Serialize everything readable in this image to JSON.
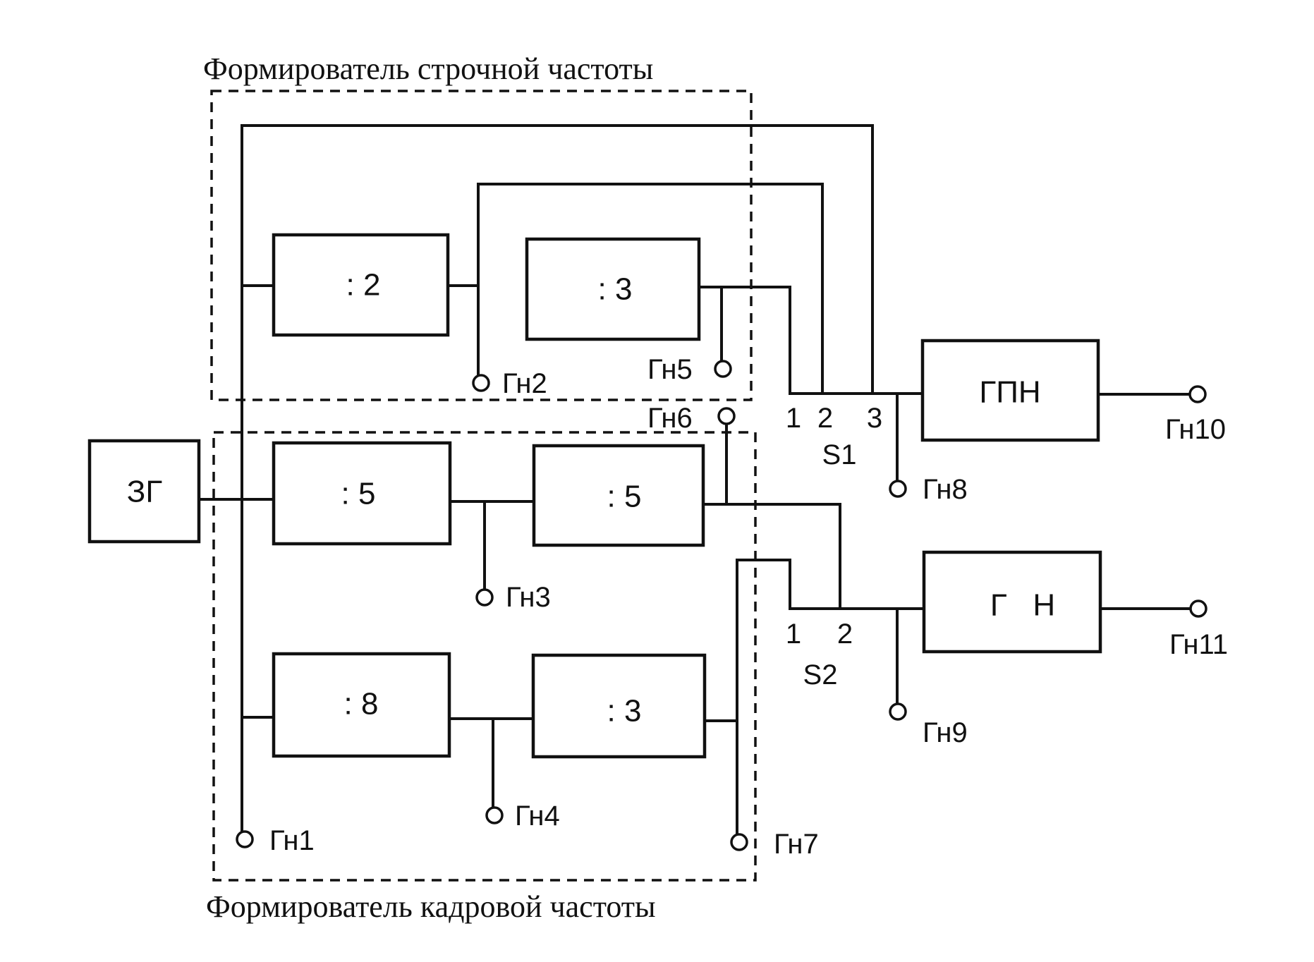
{
  "titles": {
    "line_former": "Формирователь строчной частоты",
    "frame_former": "Формирователь кадровой частоты"
  },
  "blocks": {
    "master_oscillator": "ЗГ",
    "div2": ": 2",
    "div3_line": ": 3",
    "div5_a": ": 5",
    "div5_b": ": 5",
    "div8": ": 8",
    "div3_frame": ": 3",
    "gpn": "ГПН",
    "gn": "Г   Н"
  },
  "jacks": {
    "gn1": "Гн1",
    "gn2": "Гн2",
    "gn3": "Гн3",
    "gn4": "Гн4",
    "gn5": "Гн5",
    "gn6": "Гн6",
    "gn7": "Гн7",
    "gn8": "Гн8",
    "gn9": "Гн9",
    "gn10": "Гн10",
    "gn11": "Гн11"
  },
  "switches": {
    "s1": {
      "label": "S1",
      "pins": [
        "1",
        "2",
        "3"
      ]
    },
    "s2": {
      "label": "S2",
      "pins": [
        "1",
        "2"
      ]
    }
  }
}
